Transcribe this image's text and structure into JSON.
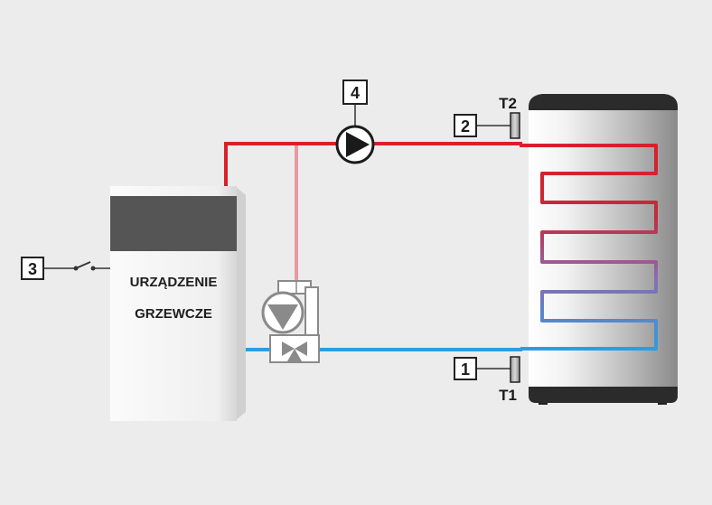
{
  "device": {
    "line1": "URZĄDZENIE",
    "line2": "GRZEWCZE"
  },
  "markers": {
    "m1": "1",
    "m2": "2",
    "m3": "3",
    "m4": "4"
  },
  "sensors": {
    "top": "T2",
    "bottom": "T1"
  },
  "icons": {
    "pump": "circulation-pump-icon",
    "pump_valve": "pump-with-mixing-valve-icon",
    "switch": "switch-icon",
    "sensor": "temperature-sensor-icon"
  },
  "colors": {
    "hot": "#d9202a",
    "hot_light": "#e99a9f",
    "cold": "#2d9de0",
    "tank_dark": "#2b2b2b",
    "boiler_panel": "#555555"
  }
}
